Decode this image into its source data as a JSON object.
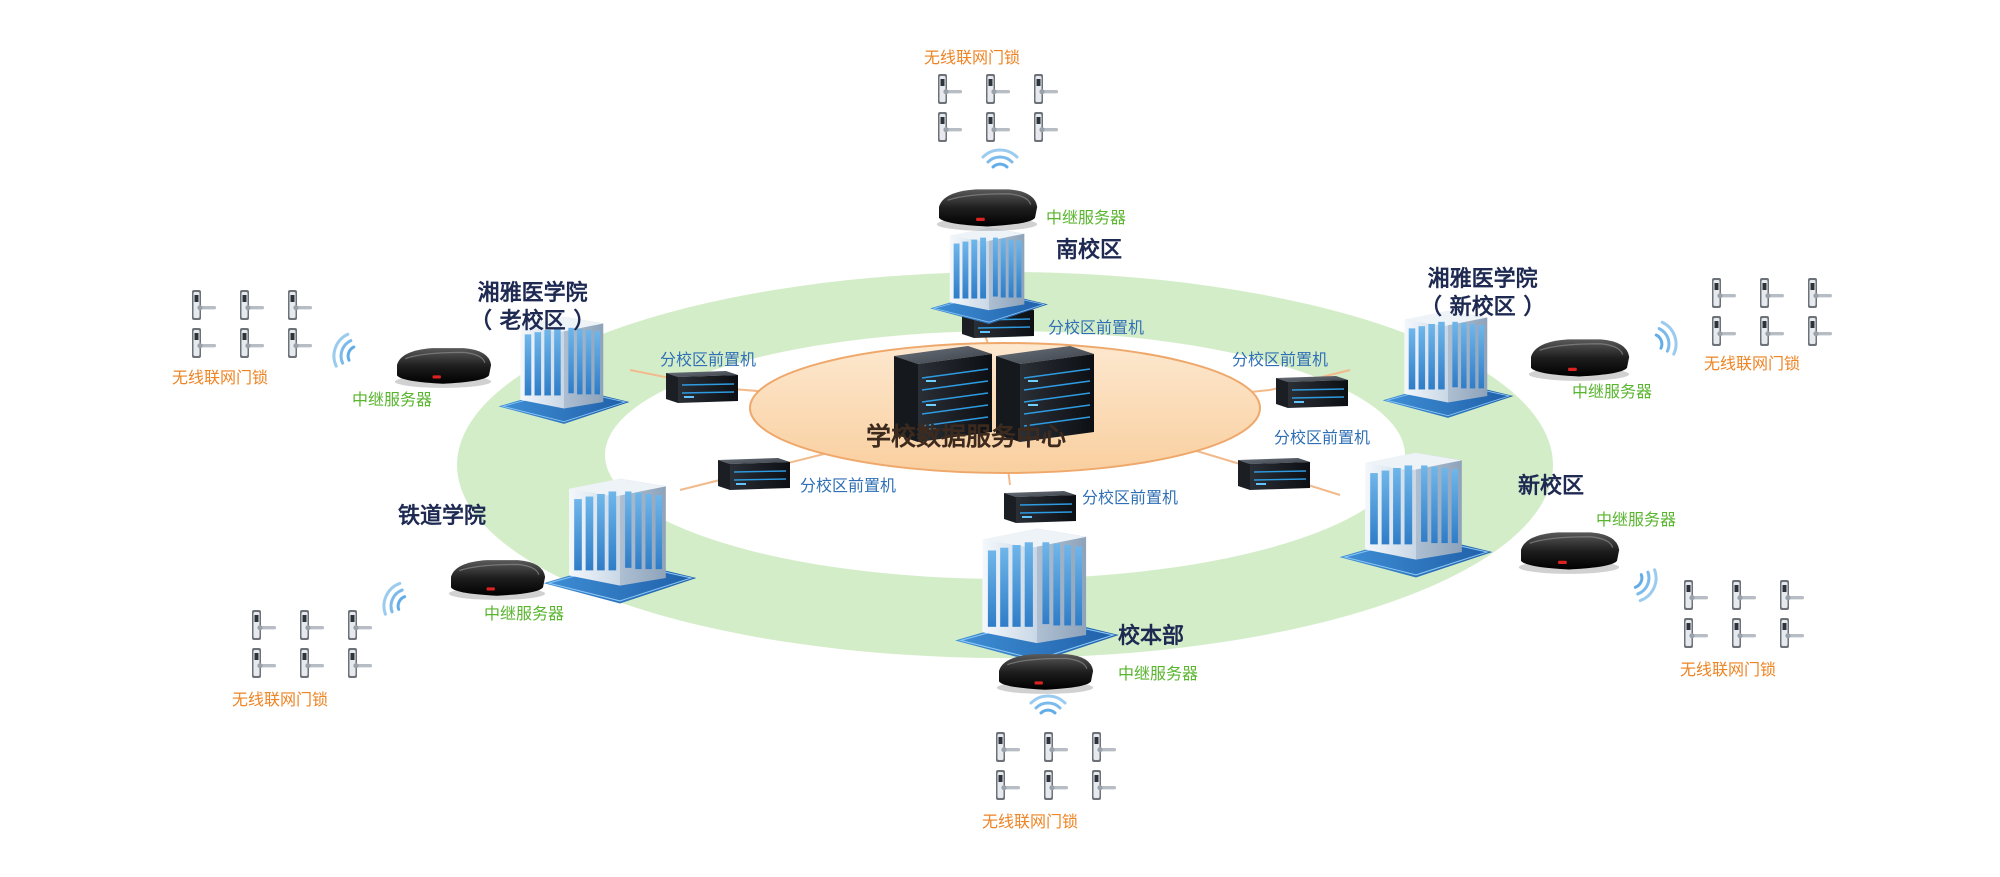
{
  "center_label": "学校数据服务中心",
  "campuses": {
    "south": "南校区",
    "xiangya_old_line1": "湘雅医学院",
    "xiangya_old_line2": "（ 老校区 ）",
    "xiangya_new_line1": "湘雅医学院",
    "xiangya_new_line2": "（ 新校区 ）",
    "railway": "铁道学院",
    "new": "新校区",
    "main": "校本部"
  },
  "labels": {
    "relay_server": "中继服务器",
    "wireless_lock": "无线联网门锁",
    "branch_front_server": "分校区前置机"
  },
  "colors": {
    "ring": "#d4edc9",
    "center_fill": "#fbd9b5",
    "center_stroke": "#efa86b",
    "relay_text": "#59b52e",
    "lock_text": "#ee8424",
    "branch_text": "#2f6fb5",
    "campus_text": "#1e2a52",
    "wifi": "#5aa9e6"
  }
}
